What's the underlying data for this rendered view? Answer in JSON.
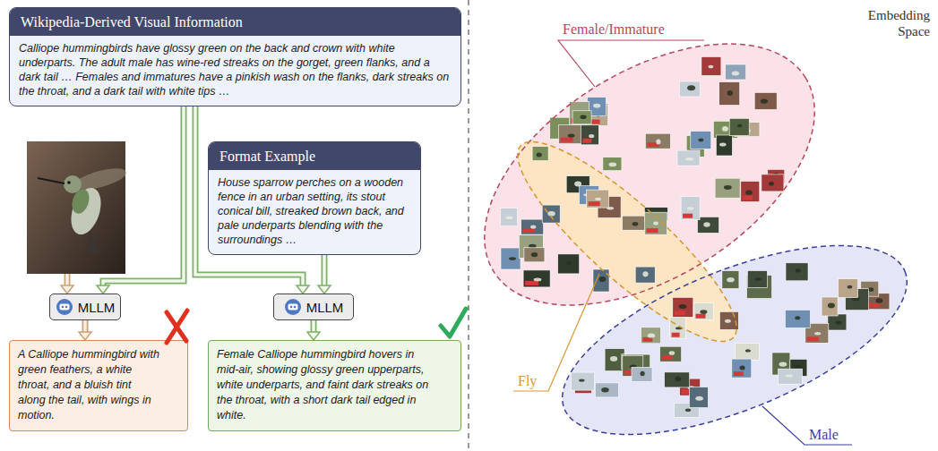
{
  "diagram": {
    "nodes": [
      {
        "text": [
          "Wikipedia-Derived Visual Information",
          "Calliope hummingbirds have glossy green on the back and crown with white underparts. The adult male has wine-red streaks on the gorget, green flanks, and a dark tail … Females and immatures have a pinkish wash on the flanks, dark streaks on the throat, and a dark tail with white tips …"
        ]
      },
      {
        "text": [
          "Format Example",
          "House sparrow perches on a wooden fence in an urban setting, its stout conical bill, streaked brown back, and pale underparts blending with the surroundings …"
        ]
      },
      {
        "text": [
          "MLLM"
        ]
      },
      {
        "text": [
          "MLLM"
        ]
      },
      {
        "text": [
          "A Calliope hummingbird with green feathers, a white throat, and a bluish tint along the tail, with wings in motion."
        ]
      },
      {
        "text": [
          "Female Calliope hummingbird hovers in mid-air, showing glossy green upperparts, white underparts, and faint dark streaks on the throat, with a short dark tail edged in white."
        ]
      },
      {
        "text": [
          "Female/Immature"
        ]
      },
      {
        "text": [
          "Fly"
        ]
      },
      {
        "text": [
          "Male"
        ]
      }
    ],
    "edges": [
      {
        "from": 0,
        "to": 2,
        "arrow": "to"
      },
      {
        "from": 0,
        "to": 3,
        "arrow": "to"
      },
      {
        "from": 1,
        "to": 3,
        "arrow": "to"
      },
      {
        "from": 2,
        "to": 4,
        "arrow": "to"
      },
      {
        "from": 3,
        "to": 5,
        "arrow": "to"
      }
    ],
    "labels": [
      "Embedding Space"
    ]
  }
}
